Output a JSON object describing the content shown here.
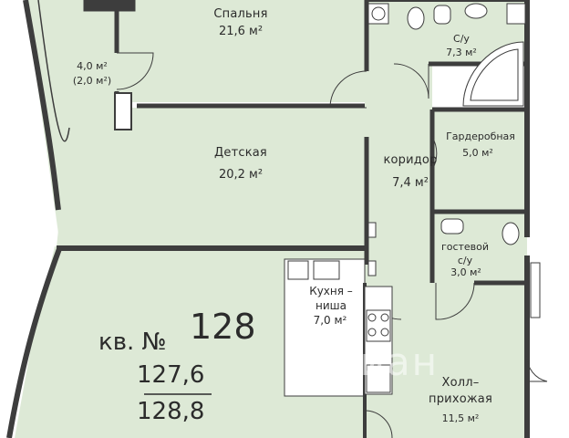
{
  "plan": {
    "apartment_prefix": "кв. №",
    "apartment_number": "128",
    "living_area": "127,6",
    "total_area": "128,8",
    "colors": {
      "floor": "#dde9d6",
      "wall": "#3d3d3d",
      "fixture": "#ffffff"
    },
    "rooms": {
      "bedroom": {
        "name": "Спальня",
        "area": "21,6 м²"
      },
      "loggia": {
        "area": "4,0 м²",
        "area_reduced": "(2,0 м²)"
      },
      "bathroom": {
        "name": "С/у",
        "area": "7,3 м²"
      },
      "kids_room": {
        "name": "Детская",
        "area": "20,2 м²"
      },
      "wardrobe": {
        "name": "Гардеробная",
        "area": "5,0 м²"
      },
      "corridor": {
        "name": "коридор",
        "area": "7,4 м²"
      },
      "guest_wc": {
        "name": "гостевой",
        "name2": "с/у",
        "area": "3,0 м²"
      },
      "kitchen": {
        "name": "Кухня –",
        "name2": "ниша",
        "area": "7,0 м²"
      },
      "hall": {
        "name": "Холл–",
        "name2": "прихожая",
        "area": "11,5 м²"
      }
    },
    "watermark": "Циан"
  }
}
